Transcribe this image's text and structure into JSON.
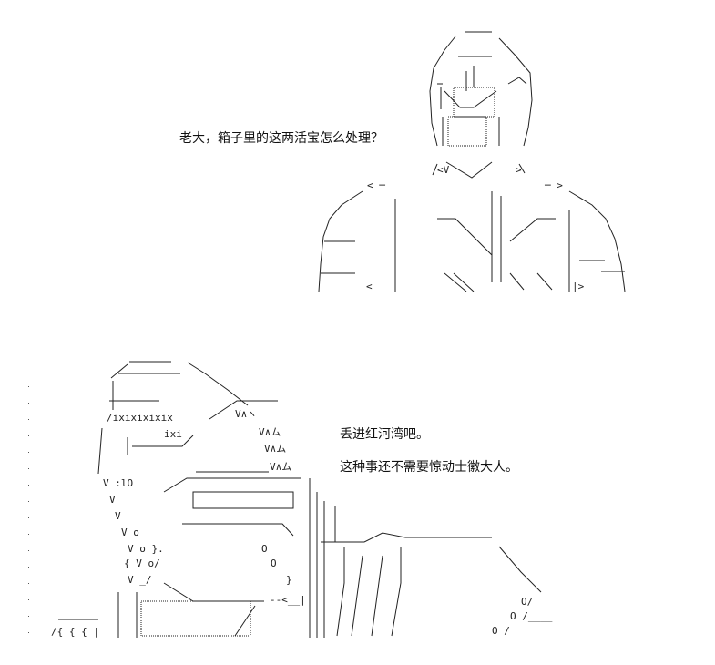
{
  "scene": {
    "figure_top": {
      "icon": "ascii-art-figure-standing"
    },
    "figure_bottom": {
      "icon": "ascii-art-figure-leaning"
    },
    "dialogue": [
      "老大，箱子里的这两活宝怎么处理？",
      "丢进红河湾吧。",
      "这种事还不需要惊动士徽大人。"
    ]
  }
}
